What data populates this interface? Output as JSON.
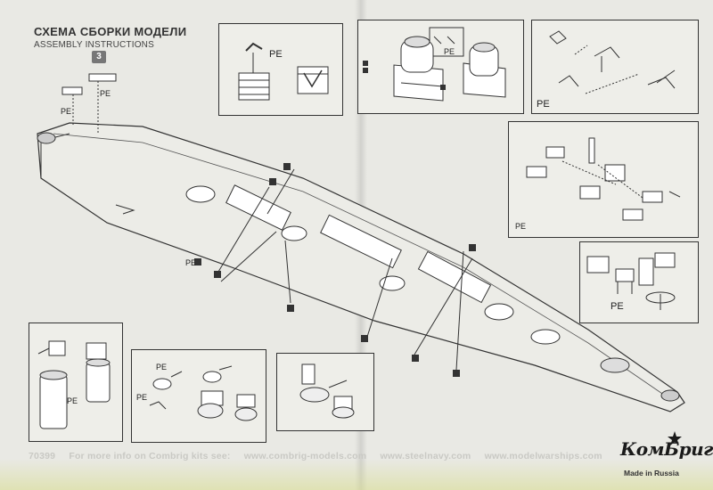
{
  "header": {
    "title_ru": "СХЕМА СБОРКИ МОДЕЛИ",
    "title_en": "ASSEMBLY INSTRUCTIONS",
    "step_number": "3"
  },
  "part_label": "PE",
  "footer": {
    "kit_number": "70399",
    "info_text": "For more info on Combrig kits see:",
    "sites": [
      "www.combrig-models.com",
      "www.steelnavy.com",
      "www.modelwarships.com"
    ]
  },
  "logo": {
    "brand_left": "Ком",
    "brand_right": "Бриг",
    "made_in": "Made in Russia"
  }
}
